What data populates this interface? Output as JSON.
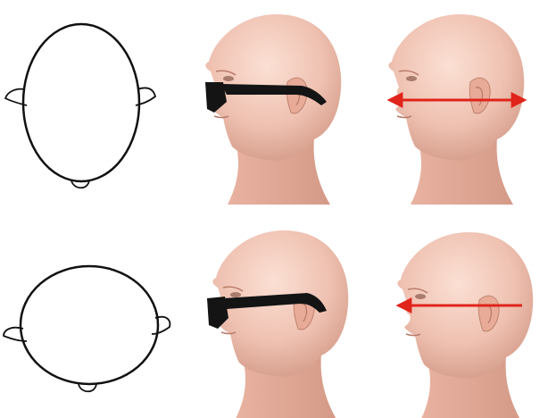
{
  "colors": {
    "background": "#ffffff",
    "outline": "#111111",
    "skin_light": "#f6d2c4",
    "skin_mid": "#e7b4a2",
    "skin_shadow": "#c98f7c",
    "glasses": "#141414",
    "measure_arrow": "#e0241b"
  },
  "rows": [
    {
      "head_shape": "long-oval",
      "outline_icon": "top-view-head-outline-icon",
      "glasses_view": "side-view-head-with-glasses",
      "measure_view": "side-view-head-with-measure-arrow",
      "measure_style": "double-headed arrow"
    },
    {
      "head_shape": "round",
      "outline_icon": "top-view-head-outline-icon",
      "glasses_view": "side-view-head-with-glasses",
      "measure_view": "side-view-head-with-measure-arrow",
      "measure_style": "single arrow pointing forward"
    }
  ]
}
